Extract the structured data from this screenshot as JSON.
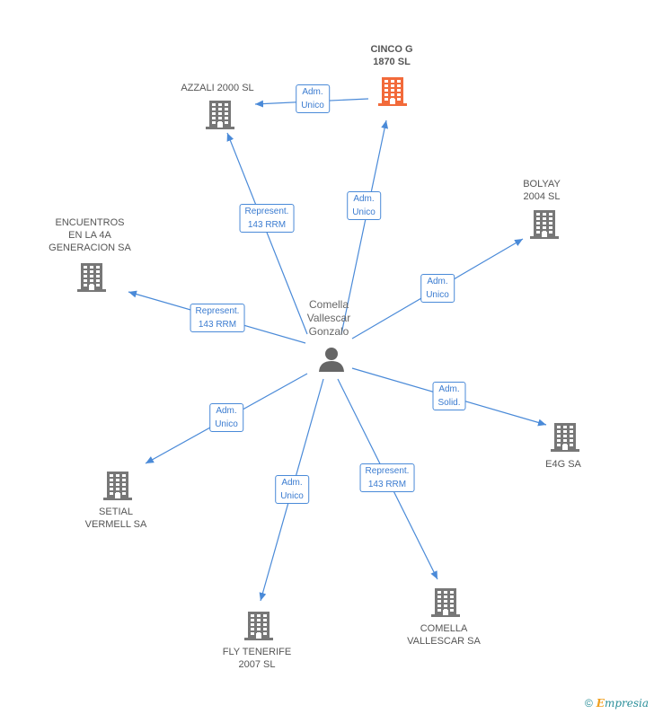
{
  "colors": {
    "edge": "#4a8ad8",
    "building": "#777777",
    "highlight_building": "#f26a3a",
    "person": "#666666"
  },
  "center": {
    "icon": "person-icon",
    "lines": [
      "Comella",
      "Vallescar",
      "Gonzalo"
    ]
  },
  "nodes": [
    {
      "id": "cinco",
      "icon": "building-icon",
      "highlight": true,
      "lines": [
        "CINCO G",
        "1870 SL"
      ]
    },
    {
      "id": "azzali",
      "icon": "building-icon",
      "highlight": false,
      "lines": [
        "AZZALI 2000 SL"
      ]
    },
    {
      "id": "bolyay",
      "icon": "building-icon",
      "highlight": false,
      "lines": [
        "BOLYAY",
        "2004 SL"
      ]
    },
    {
      "id": "encuentros",
      "icon": "building-icon",
      "highlight": false,
      "lines": [
        "ENCUENTROS",
        "EN LA 4A",
        "GENERACION SA"
      ]
    },
    {
      "id": "e4g",
      "icon": "building-icon",
      "highlight": false,
      "lines": [
        "E4G SA"
      ]
    },
    {
      "id": "setial",
      "icon": "building-icon",
      "highlight": false,
      "lines": [
        "SETIAL",
        "VERMELL SA"
      ]
    },
    {
      "id": "fly",
      "icon": "building-icon",
      "highlight": false,
      "lines": [
        "FLY TENERIFE",
        "2007 SL"
      ]
    },
    {
      "id": "comella",
      "icon": "building-icon",
      "highlight": false,
      "lines": [
        "COMELLA",
        "VALLESCAR SA"
      ]
    }
  ],
  "edges": [
    {
      "target": "cinco",
      "lines": [
        "Adm.",
        "Unico"
      ]
    },
    {
      "target": "azzali",
      "lines": [
        "Represent.",
        "143 RRM"
      ]
    },
    {
      "target": "bolyay",
      "lines": [
        "Adm.",
        "Unico"
      ]
    },
    {
      "target": "encuentros",
      "lines": [
        "Represent.",
        "143 RRM"
      ]
    },
    {
      "target": "e4g",
      "lines": [
        "Adm.",
        "Solid."
      ]
    },
    {
      "target": "setial",
      "lines": [
        "Adm.",
        "Unico"
      ]
    },
    {
      "target": "fly",
      "lines": [
        "Adm.",
        "Unico"
      ]
    },
    {
      "target": "comella",
      "lines": [
        "Represent.",
        "143 RRM"
      ]
    }
  ],
  "secondary_edge": {
    "from": "cinco",
    "to": "azzali",
    "lines": [
      "Adm.",
      "Unico"
    ]
  },
  "footer": {
    "copyright": "©",
    "brand_first": "E",
    "brand_rest": "mpresia"
  }
}
